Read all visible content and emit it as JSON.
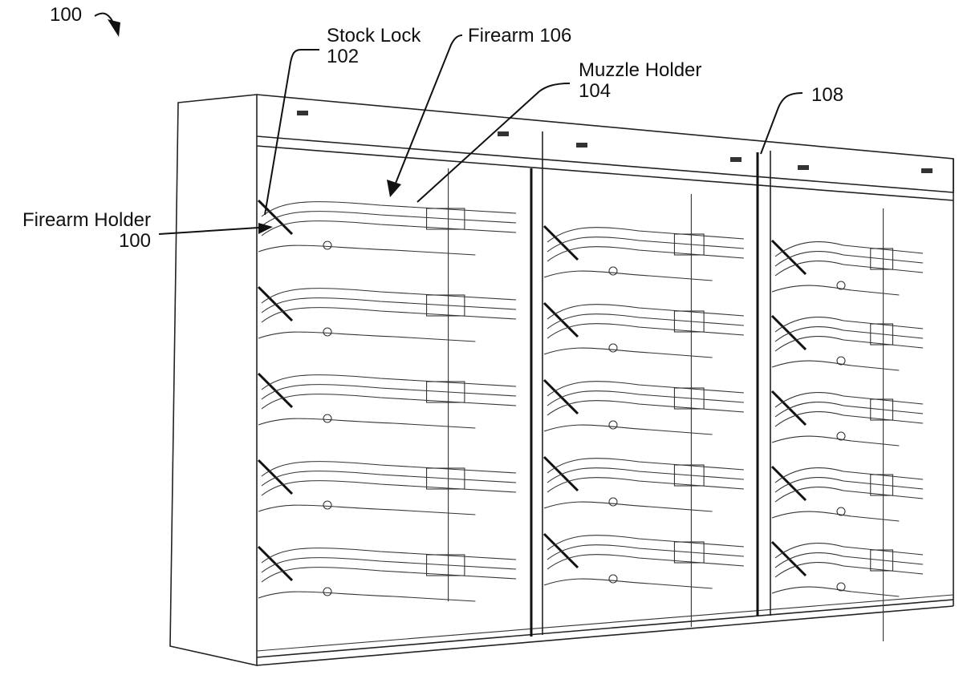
{
  "figure": {
    "reference_label": "100",
    "callouts": [
      {
        "id": "firearm-holder",
        "name": "Firearm Holder",
        "number": "100"
      },
      {
        "id": "stock-lock",
        "name": "Stock Lock",
        "number": "102"
      },
      {
        "id": "firearm",
        "name": "Firearm 106",
        "number": ""
      },
      {
        "id": "muzzle-holder",
        "name": "Muzzle Holder",
        "number": "104"
      },
      {
        "id": "cabinet",
        "name": "",
        "number": "108"
      }
    ],
    "cabinet": {
      "sections": 3,
      "rows_per_section": 5
    },
    "colors": {
      "line": "#111111",
      "background": "#ffffff"
    }
  }
}
